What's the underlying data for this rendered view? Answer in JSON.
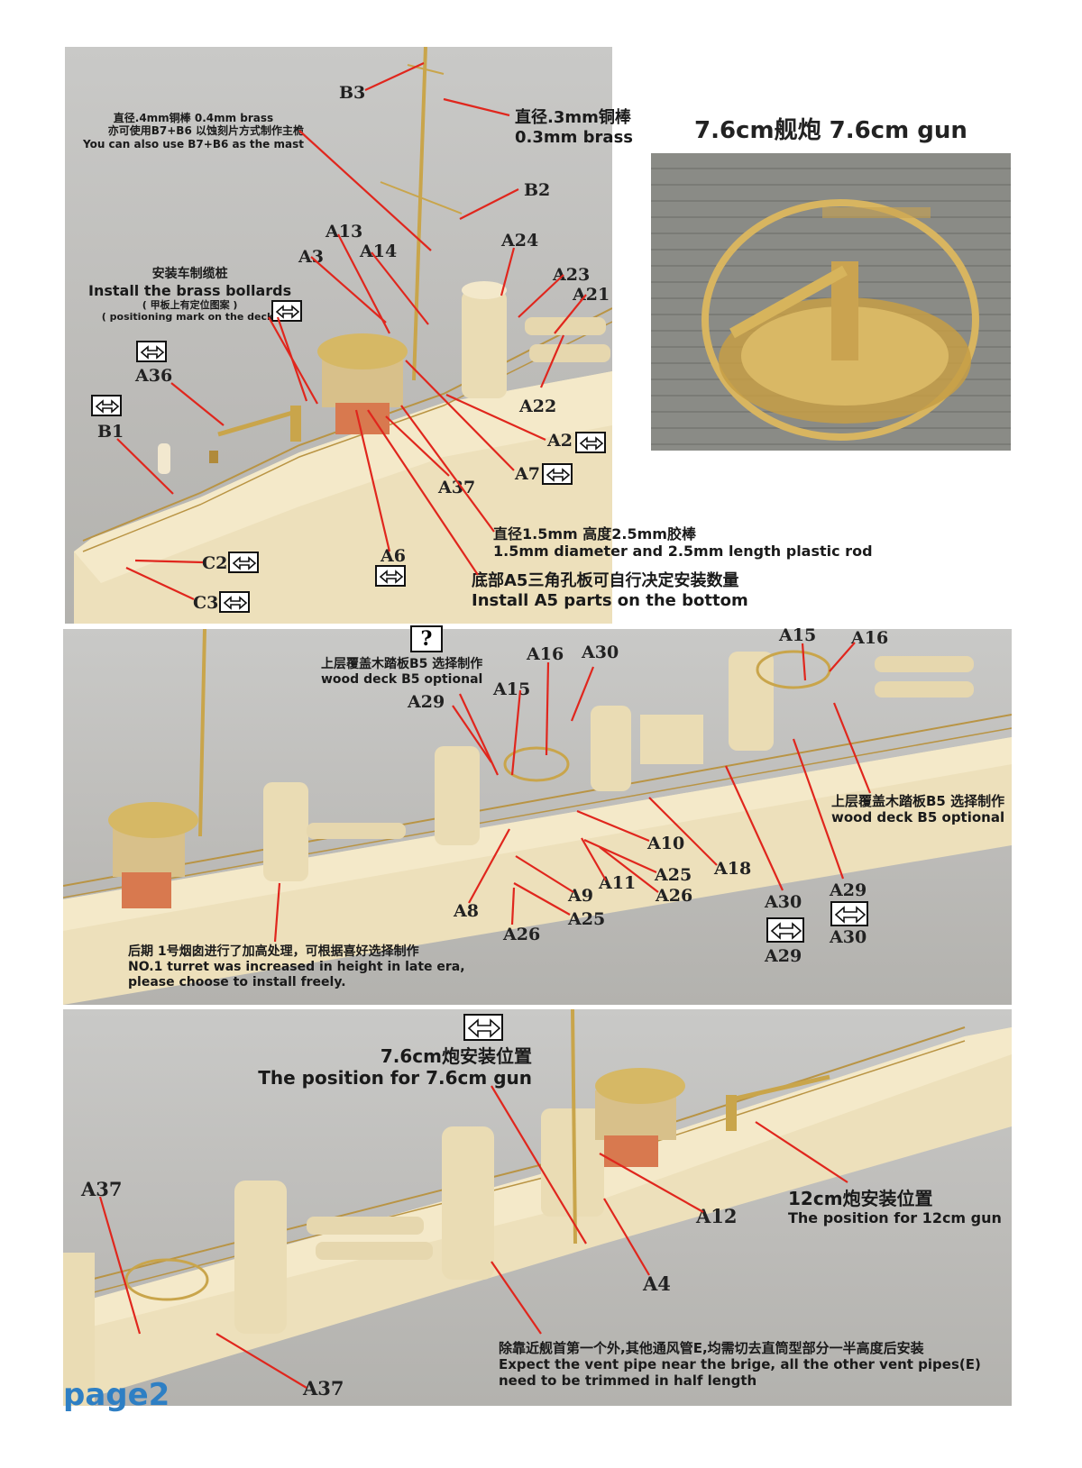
{
  "page_label": "page2",
  "gun_title": "7.6cm舰炮 7.6cm gun",
  "panel1": {
    "labels": {
      "B3": "B3",
      "B2": "B2",
      "A13": "A13",
      "A14": "A14",
      "A3": "A3",
      "A24": "A24",
      "A23": "A23",
      "A21": "A21",
      "A36": "A36",
      "B1": "B1",
      "A22": "A22",
      "A2": "A2",
      "A7": "A7",
      "A37": "A37",
      "C2": "C2",
      "A6": "A6",
      "C3": "C3"
    },
    "mast_note": {
      "line1": "直径.4mm铜棒 0.4mm brass",
      "line2": "亦可使用B7+B6 以蚀刻片方式制作主桅",
      "line3": "You can also use B7+B6 as the mast"
    },
    "brass_note": {
      "line1": "直径.3mm铜棒",
      "line2": "0.3mm brass"
    },
    "bollard_note": {
      "line1": "安装车制缆桩",
      "line2": "Install the brass bollards",
      "line3": "( 甲板上有定位图案 )",
      "line4": "( positioning mark on the deck)"
    },
    "rod_note": {
      "line1": "直径1.5mm 高度2.5mm胶棒",
      "line2": "1.5mm diameter and 2.5mm length plastic rod"
    },
    "a5_note": {
      "line1": "底部A5三角孔板可自行决定安装数量",
      "line2": "Install A5 parts on the bottom"
    }
  },
  "panel2": {
    "question_mark": "?",
    "wood_note_top": {
      "line1": "上层覆盖木踏板B5 选择制作",
      "line2": "wood deck B5 optional"
    },
    "wood_note_right": {
      "line1": "上层覆盖木踏板B5 选择制作",
      "line2": "wood deck B5 optional"
    },
    "turret_note": {
      "line1": "后期 1号烟囱进行了加高处理，可根据喜好选择制作",
      "line2": "NO.1 turret was increased in height in late era,",
      "line3": "please choose to install freely."
    },
    "labels": {
      "A16a": "A16",
      "A30a": "A30",
      "A15a": "A15",
      "A29a": "A29",
      "A15b": "A15",
      "A16b": "A16",
      "A10": "A10",
      "A18": "A18",
      "A25a": "A25",
      "A9": "A9",
      "A11": "A11",
      "A26a": "A26",
      "A8": "A8",
      "A25b": "A25",
      "A26b": "A26",
      "A30b": "A30",
      "A29b": "A29",
      "A29c": "A29",
      "A30c": "A30"
    }
  },
  "panel3": {
    "gun76_note": {
      "line1": "7.6cm炮安装位置",
      "line2": "The position for 7.6cm gun"
    },
    "gun12_note": {
      "line1": "12cm炮安装位置",
      "line2": "The position for 12cm gun"
    },
    "vent_note": {
      "line1": "除靠近舰首第一个外,其他通风管E,均需切去直筒型部分一半高度后安装",
      "line2": "Expect the vent pipe near the brige, all the other vent pipes(E)",
      "line3": "need to be trimmed in half length"
    },
    "labels": {
      "A37a": "A37",
      "A37b": "A37",
      "A12": "A12",
      "A4": "A4"
    }
  },
  "colors": {
    "leader_line": "#e0261d",
    "resin": "#efe2bd",
    "brass": "#c9a54b",
    "page_label": "#2e7fc4"
  }
}
